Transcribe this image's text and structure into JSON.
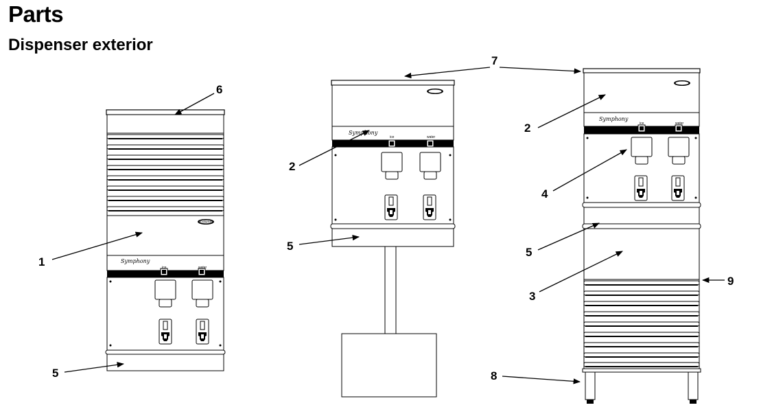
{
  "heading": {
    "title": "Parts",
    "subtitle": "Dispenser exterior"
  },
  "brand_label": "Symphony",
  "logo_text": "Scotsman",
  "button_labels": {
    "ice": "ice",
    "water": "water"
  },
  "callouts": [
    {
      "id": "1",
      "label": "1"
    },
    {
      "id": "2",
      "label": "2"
    },
    {
      "id": "3",
      "label": "3"
    },
    {
      "id": "4",
      "label": "4"
    },
    {
      "id": "5",
      "label": "5"
    },
    {
      "id": "6",
      "label": "6"
    },
    {
      "id": "7",
      "label": "7"
    },
    {
      "id": "8",
      "label": "8"
    },
    {
      "id": "9",
      "label": "9"
    }
  ]
}
